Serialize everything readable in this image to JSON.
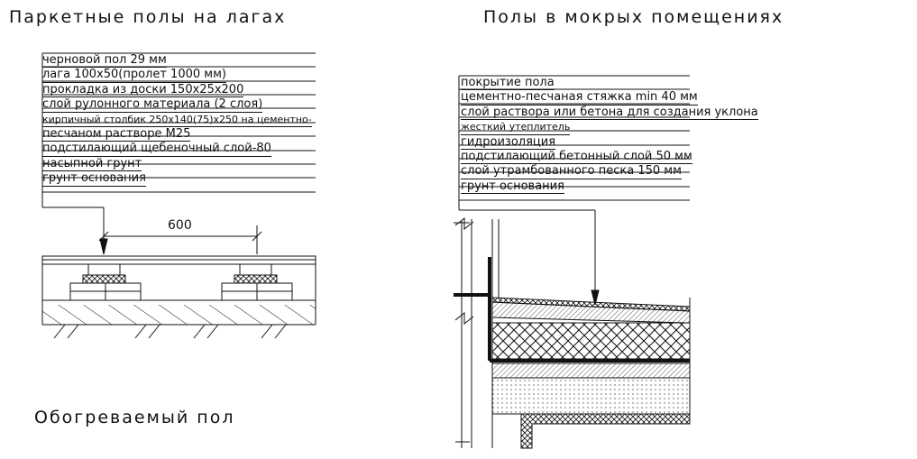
{
  "titles": {
    "parquet": "Паркетные полы на лагах",
    "wet": "Полы в мокрых помещениях",
    "heated": "Обогреваемый пол"
  },
  "parquet_layers": [
    "черновой пол 29 мм",
    "лага 100х50(пролет 1000 мм)",
    "прокладка из доски 150х25х200",
    "слой рулонного материала (2 слоя)",
    "кирпичный столбик 250х140(75)х250 на цементно-",
    "песчаном растворе М25",
    "подстилающий щебеночный слой-80",
    "насыпной грунт",
    "грунт основания"
  ],
  "wet_layers": [
    "покрытие пола",
    "цементно-песчаная стяжка min 40 мм",
    "слой раствора или бетона для создания уклона",
    "жесткий утеплитель",
    "гидроизоляция",
    "подстилающий бетонный слой 50 мм",
    "слой утрамбованного песка 150 мм",
    "грунт основания"
  ],
  "dimension_600": "600"
}
